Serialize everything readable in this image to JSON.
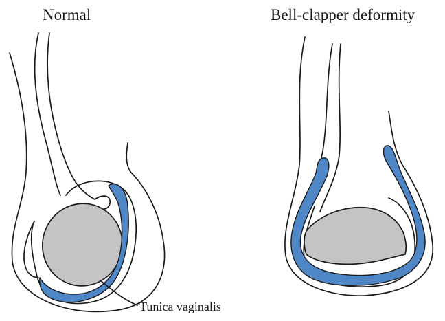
{
  "panels": {
    "normal": {
      "title": "Normal",
      "callout_label": "Tunica vaginalis"
    },
    "bell_clapper": {
      "title": "Bell-clapper deformity"
    }
  },
  "colors": {
    "tunica_fill": "#4f86c6",
    "testis_fill": "#c4c4c4",
    "line": "#1a1a1a",
    "background": "#ffffff"
  }
}
